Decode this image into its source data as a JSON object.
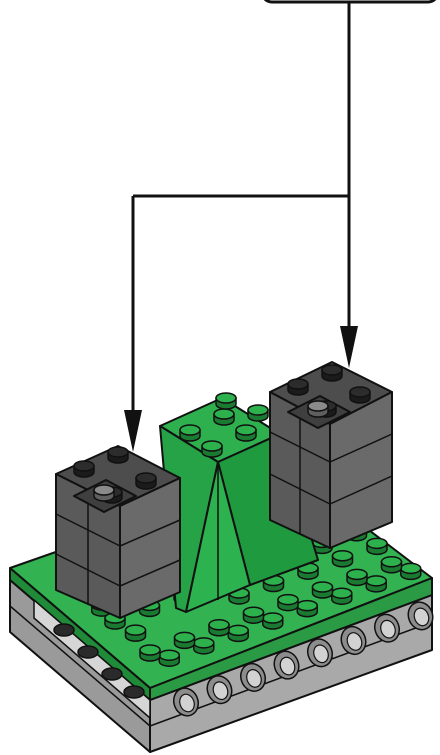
{
  "scene": {
    "kind": "lego-assembly-instruction",
    "colors": {
      "outline": "#111111",
      "green_light": "#3fbf5c",
      "green_mid": "#2fa84a",
      "green_dark": "#1f8a38",
      "gray_light": "#a8a8a8",
      "gray_mid": "#8a8a8a",
      "gray_dark": "#6a6a6a",
      "dark_brick_top": "#4a4a4a",
      "dark_brick_face": "#5c5c5c",
      "dark_brick_shade": "#454545",
      "stud_dark": "#1e1e1e",
      "arrow": "#111111"
    },
    "parts": [
      {
        "name": "callout-box",
        "icon": "part-callout"
      },
      {
        "name": "leader-line",
        "icon": "arrow-connector"
      },
      {
        "name": "left-arrow",
        "icon": "arrow-down"
      },
      {
        "name": "right-arrow",
        "icon": "arrow-down"
      },
      {
        "name": "left-tower",
        "icon": "dark-gray-brick-stack"
      },
      {
        "name": "right-tower",
        "icon": "dark-gray-brick-stack"
      },
      {
        "name": "center-slope",
        "icon": "green-slope-bricks"
      },
      {
        "name": "base-plate",
        "icon": "green-plate-on-technic-beams"
      }
    ]
  }
}
